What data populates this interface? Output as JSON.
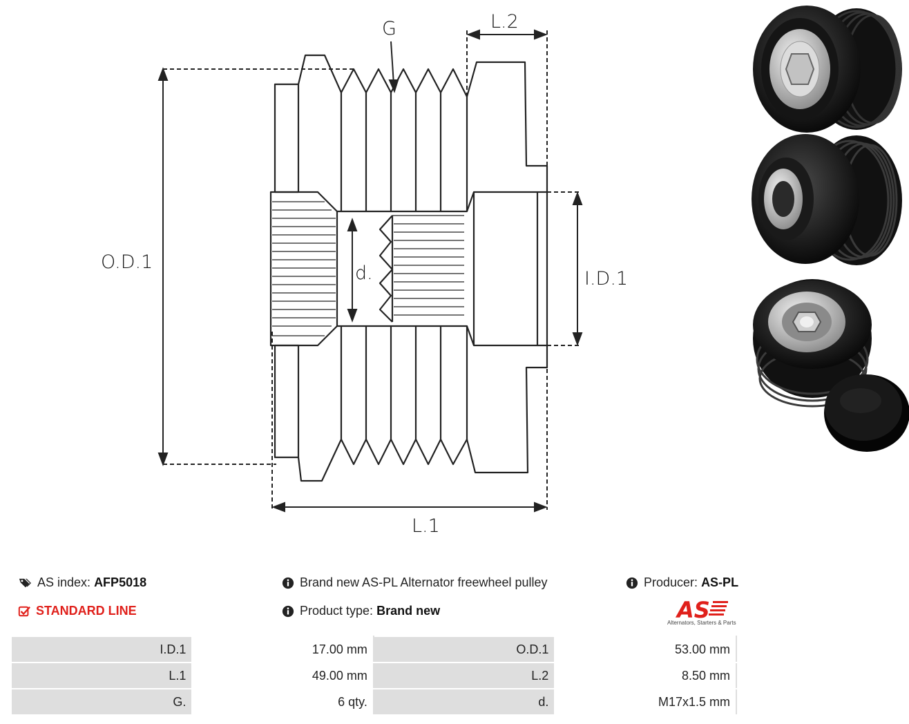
{
  "drawing": {
    "labels": {
      "g": "G",
      "l2": "L.2",
      "od1": "O.D.1",
      "d": "d.",
      "id1": "I.D.1",
      "l1": "L.1"
    }
  },
  "photos": [
    {
      "name": "pulley-front-view"
    },
    {
      "name": "pulley-side-view"
    },
    {
      "name": "pulley-with-cap-view"
    }
  ],
  "info": {
    "index_label": "AS index:",
    "index_value": "AFP5018",
    "line_label": "STANDARD LINE",
    "description": "Brand new AS-PL Alternator freewheel pulley",
    "product_type_label": "Product type:",
    "product_type_value": "Brand new",
    "producer_label": "Producer:",
    "producer_value": "AS-PL",
    "logo_text": "AS",
    "logo_tagline": "Alternators, Starters & Parts"
  },
  "specs": [
    {
      "k1": "I.D.1",
      "v1": "17.00 mm",
      "k2": "O.D.1",
      "v2": "53.00 mm"
    },
    {
      "k1": "L.1",
      "v1": "49.00 mm",
      "k2": "L.2",
      "v2": "8.50 mm"
    },
    {
      "k1": "G.",
      "v1": "6 qty.",
      "k2": "d.",
      "v2": "M17x1.5 mm"
    }
  ],
  "colors": {
    "accent": "#e0201b",
    "table_key_bg": "#dedede"
  }
}
